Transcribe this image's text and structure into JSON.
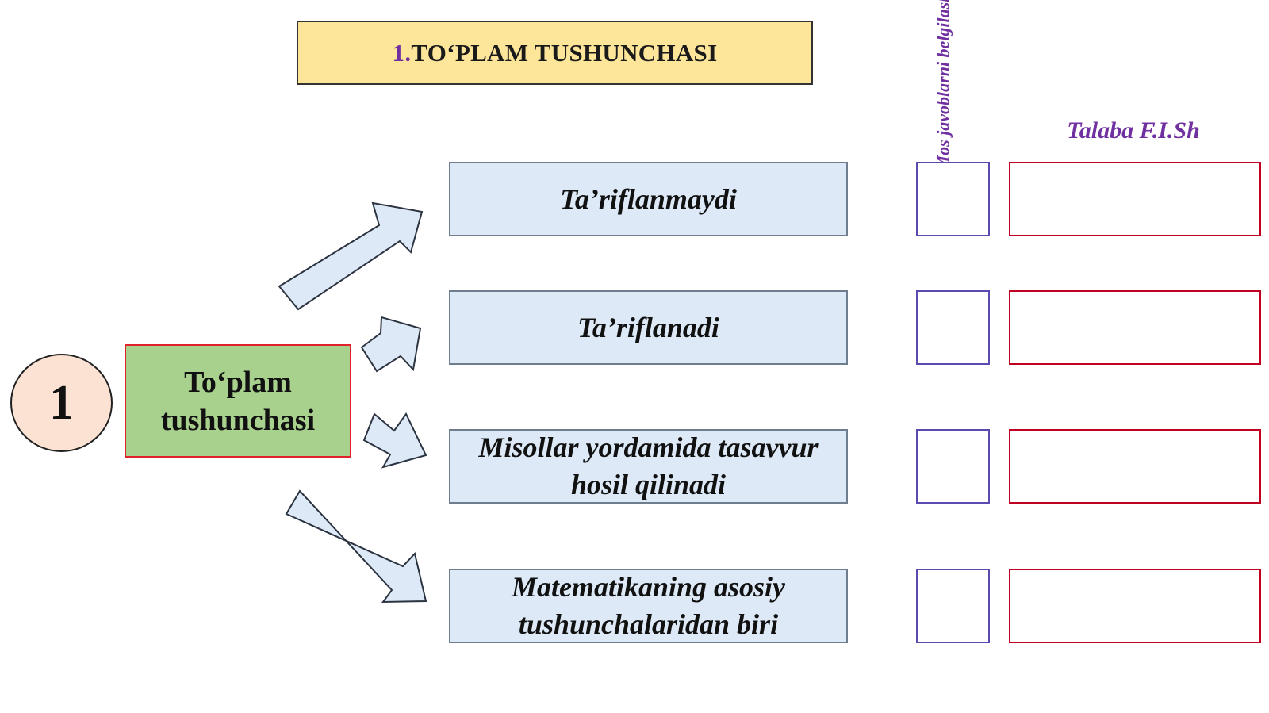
{
  "header": {
    "number": "1.",
    "title": "TO‘PLAM TUSHUNCHASI"
  },
  "columns": {
    "check_label": "Mos javoblarni belgilash",
    "student_label": "Talaba F.I.Sh"
  },
  "badge": {
    "number": "1"
  },
  "concept": {
    "label": "To‘plam tushunchasi"
  },
  "options": [
    {
      "label": "Ta’riflanmaydi"
    },
    {
      "label": "Ta’riflanadi"
    },
    {
      "label": "Misollar yordamida tasavvur hosil qilinadi"
    },
    {
      "label": "Matematikaning asosiy tushunchalaridan biri"
    }
  ],
  "colors": {
    "title_fill": "#fde59a",
    "accent_purple": "#7030a0",
    "concept_fill": "#a9d18e",
    "option_fill": "#dde9f6",
    "circle_fill": "#fbe2d3",
    "name_border": "#c00020"
  }
}
